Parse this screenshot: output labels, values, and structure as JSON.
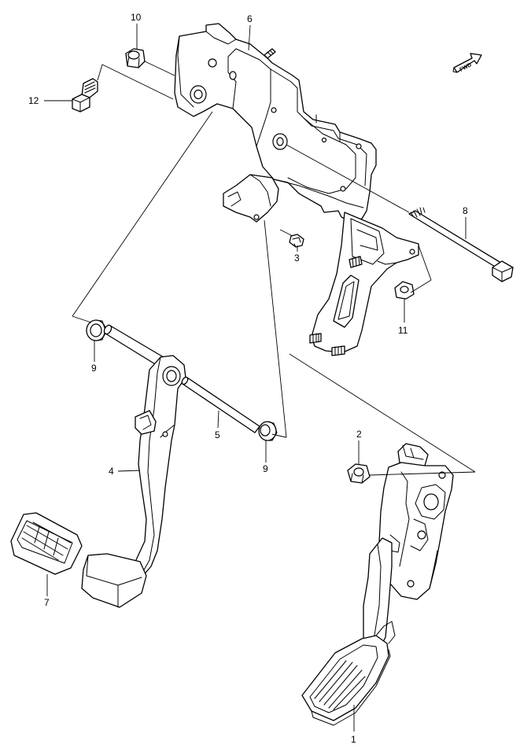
{
  "diagram": {
    "callouts": [
      {
        "id": "c1",
        "label": "1"
      },
      {
        "id": "c2",
        "label": "2"
      },
      {
        "id": "c3",
        "label": "3"
      },
      {
        "id": "c4",
        "label": "4"
      },
      {
        "id": "c5",
        "label": "5"
      },
      {
        "id": "c6",
        "label": "6"
      },
      {
        "id": "c7",
        "label": "7"
      },
      {
        "id": "c8",
        "label": "8"
      },
      {
        "id": "c9a",
        "label": "9"
      },
      {
        "id": "c9b",
        "label": "9"
      },
      {
        "id": "c10",
        "label": "10"
      },
      {
        "id": "c11",
        "label": "11"
      },
      {
        "id": "c12",
        "label": "12"
      }
    ],
    "forward_arrow": {
      "label": "FWD",
      "icon": "forward-arrow-icon"
    }
  }
}
